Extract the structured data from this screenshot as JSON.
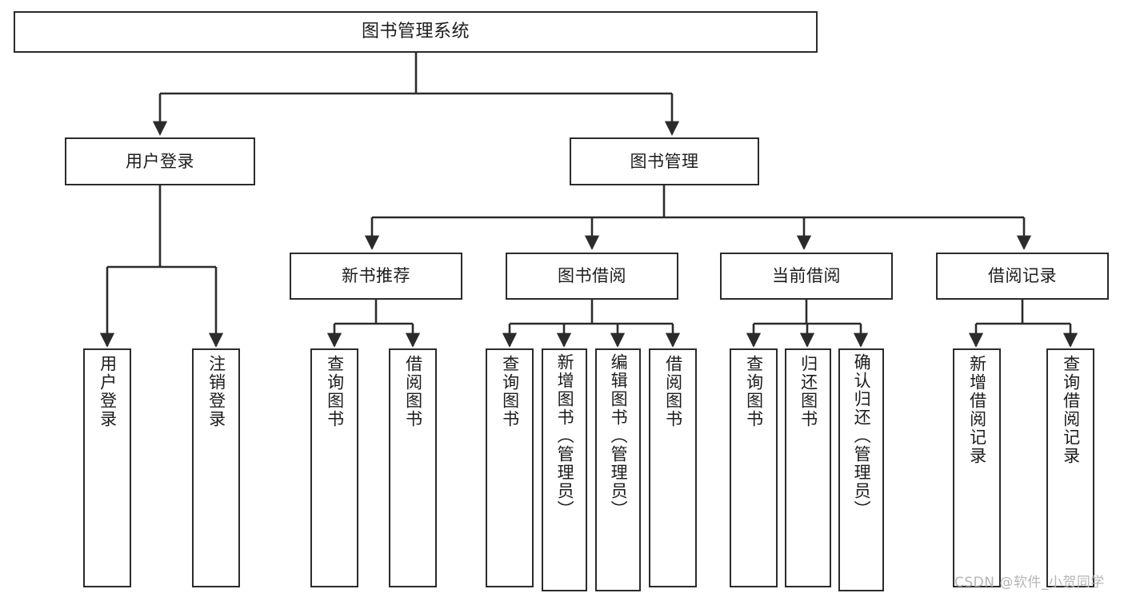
{
  "diagram": {
    "type": "hierarchy-tree",
    "title": "图书管理系统",
    "root": {
      "label": "图书管理系统"
    },
    "level2": [
      {
        "label": "用户登录"
      },
      {
        "label": "图书管理"
      }
    ],
    "level3": [
      {
        "label": "新书推荐"
      },
      {
        "label": "图书借阅"
      },
      {
        "label": "当前借阅"
      },
      {
        "label": "借阅记录"
      }
    ],
    "leaves": {
      "user_login": [
        {
          "label": "用户登录"
        },
        {
          "label": "注销登录"
        }
      ],
      "new_book_recommend": [
        {
          "label": "查询图书"
        },
        {
          "label": "借阅图书"
        }
      ],
      "book_borrow": [
        {
          "label": "查询图书"
        },
        {
          "label": "新增图书（管理员）"
        },
        {
          "label": "编辑图书（管理员）"
        },
        {
          "label": "借阅图书"
        }
      ],
      "current_borrow": [
        {
          "label": "查询图书"
        },
        {
          "label": "归还图书"
        },
        {
          "label": "确认归还（管理员）"
        }
      ],
      "borrow_record": [
        {
          "label": "新增借阅记录"
        },
        {
          "label": "查询借阅记录"
        }
      ]
    }
  },
  "watermark": {
    "text": "CSDN @软件_小贺同学"
  },
  "colors": {
    "border": "#2b2b2b",
    "background": "#ffffff",
    "text": "#1c1c1c",
    "watermark": "#b6b6b6"
  }
}
